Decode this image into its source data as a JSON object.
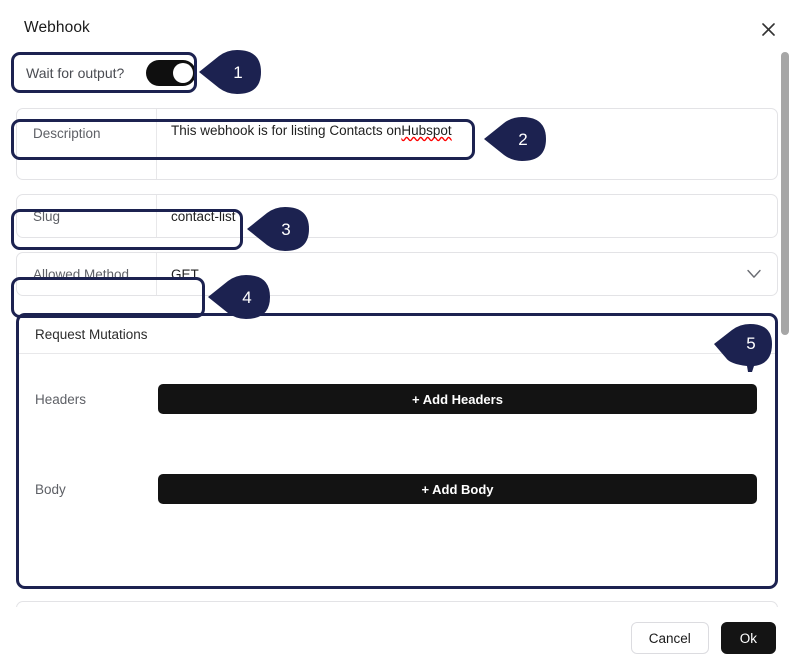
{
  "dialog": {
    "title": "Webhook",
    "close_icon": "close-icon"
  },
  "fields": {
    "wait_for_output": {
      "label": "Wait for output?",
      "value": "on"
    },
    "description": {
      "label": "Description",
      "value_prefix": "This webhook is for listing Contacts on ",
      "value_misspelled": "Hubspot",
      "value": "This webhook is for listing Contacts on Hubspot"
    },
    "slug": {
      "label": "Slug",
      "value": "contact-list"
    },
    "allowed_method": {
      "label": "Allowed Method",
      "value": "GET",
      "chevron_icon": "chevron-down-icon"
    }
  },
  "request_mutations": {
    "title": "Request Mutations",
    "headers_label": "Headers",
    "headers_button": "+ Add Headers",
    "body_label": "Body",
    "body_button": "+ Add Body"
  },
  "footer": {
    "cancel_label": "Cancel",
    "ok_label": "Ok"
  },
  "callouts": [
    {
      "number": "1"
    },
    {
      "number": "2"
    },
    {
      "number": "3"
    },
    {
      "number": "4"
    },
    {
      "number": "5"
    }
  ],
  "colors": {
    "highlight_navy": "#1c2250",
    "button_black": "#131313",
    "spellcheck_red": "#ff0000",
    "scrollbar_gray": "#a6a6a6"
  }
}
